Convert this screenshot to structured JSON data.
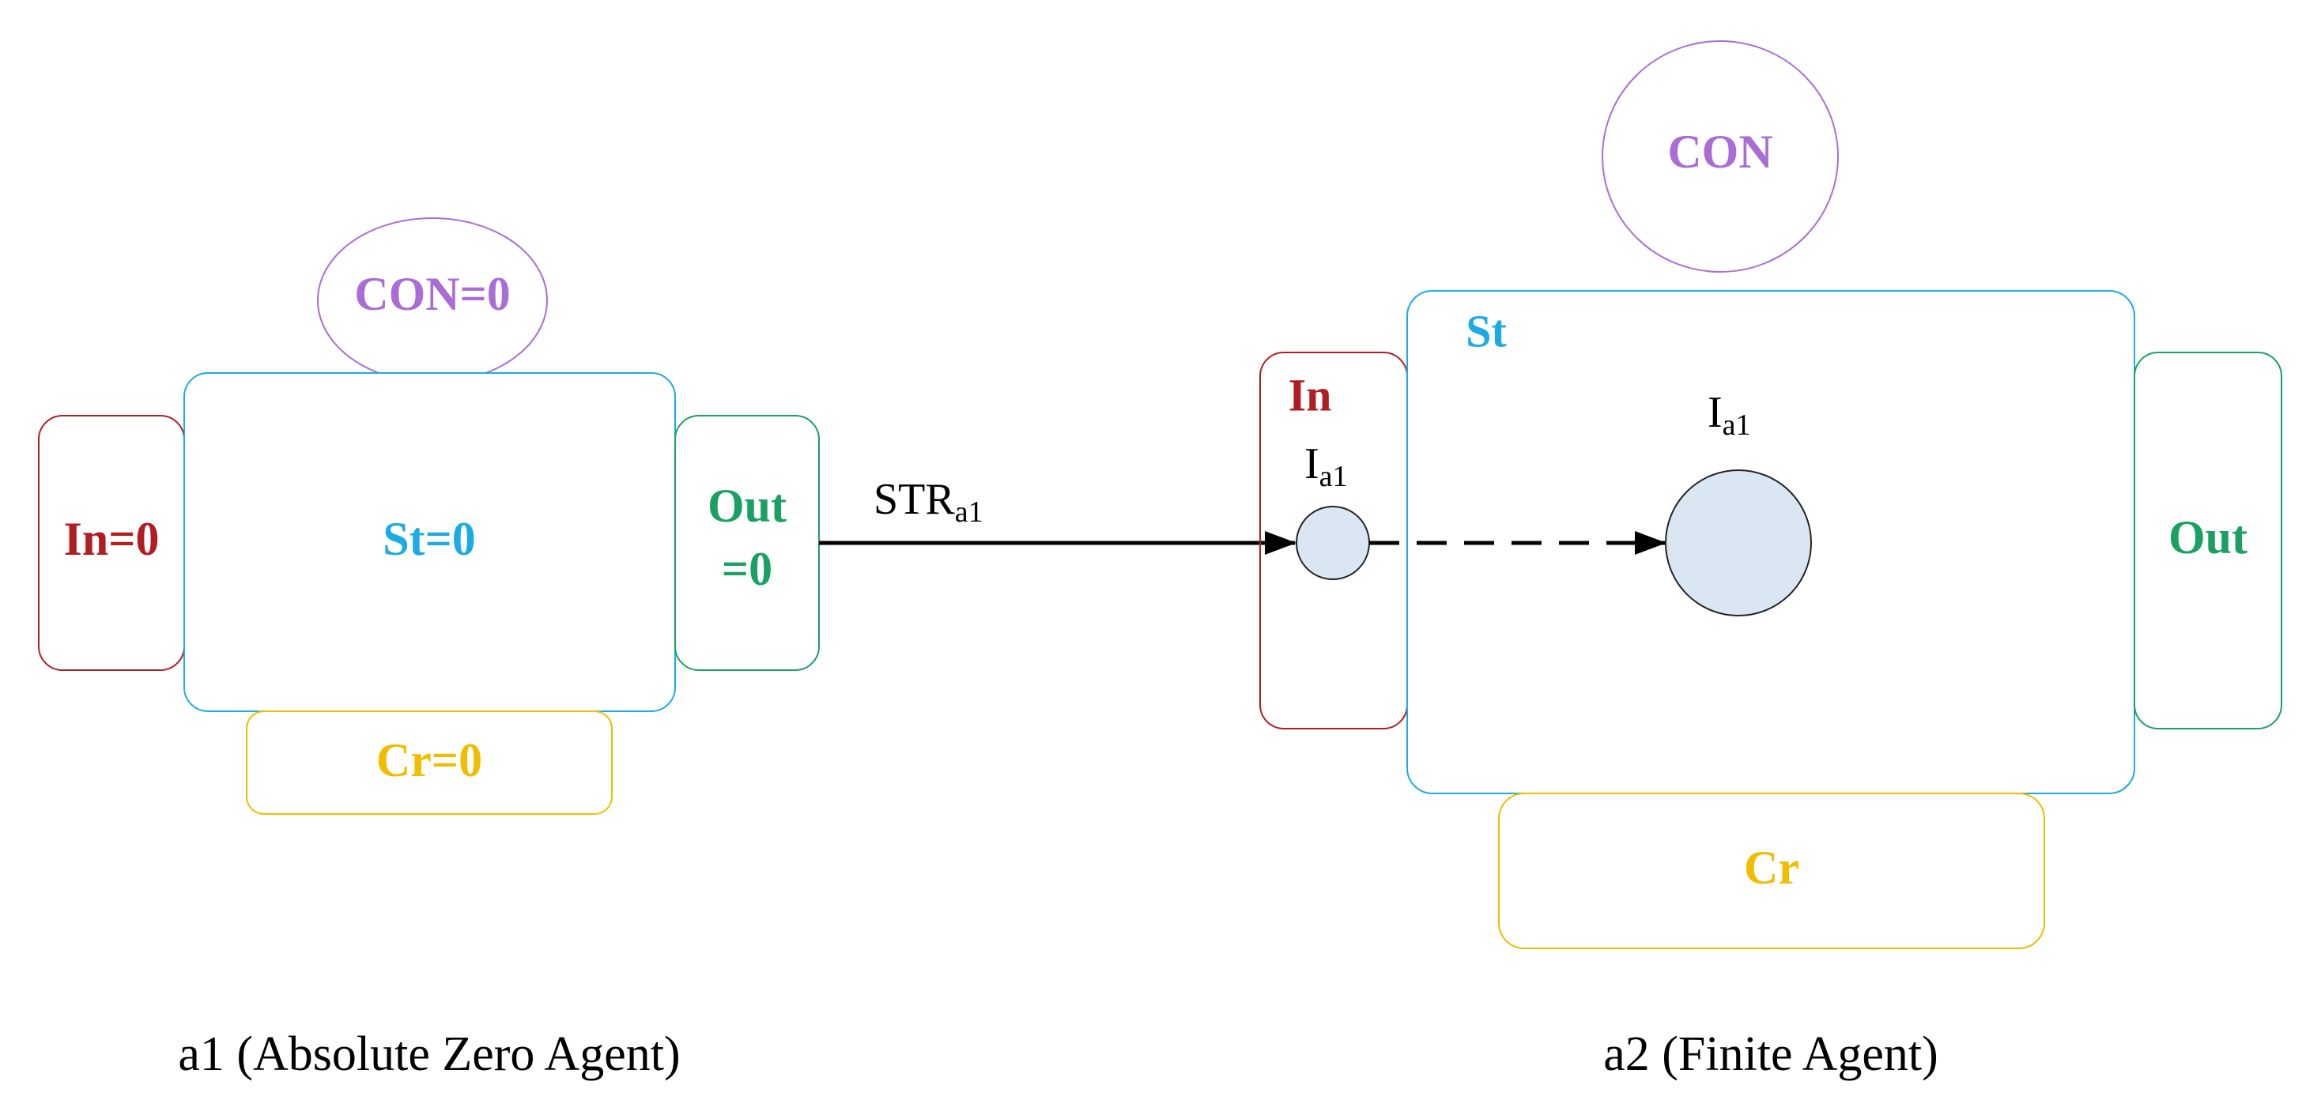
{
  "colors": {
    "in": "#b01e23",
    "state": "#1cabe2",
    "out": "#1aa060",
    "con": "#a86ed6",
    "cr": "#f0bd00",
    "black": "#000000",
    "info_fill": "#dbe6f3"
  },
  "agent_a1": {
    "con_label": "CON=0",
    "state_label": "St=0",
    "in_label": "In=0",
    "out_label_line1": "Out",
    "out_label_line2": "=0",
    "cr_label": "Cr=0",
    "caption": "a1 (Absolute Zero Agent)"
  },
  "agent_a2": {
    "con_label": "CON",
    "state_label": "St",
    "in_label": "In",
    "out_label": "Out",
    "cr_label": "Cr",
    "caption": "a2 (Finite Agent)",
    "info_in_label_main": "I",
    "info_in_label_sub": "a1",
    "info_state_label_main": "I",
    "info_state_label_sub": "a1"
  },
  "transfer": {
    "label_main": "STR",
    "label_sub": "a1"
  }
}
